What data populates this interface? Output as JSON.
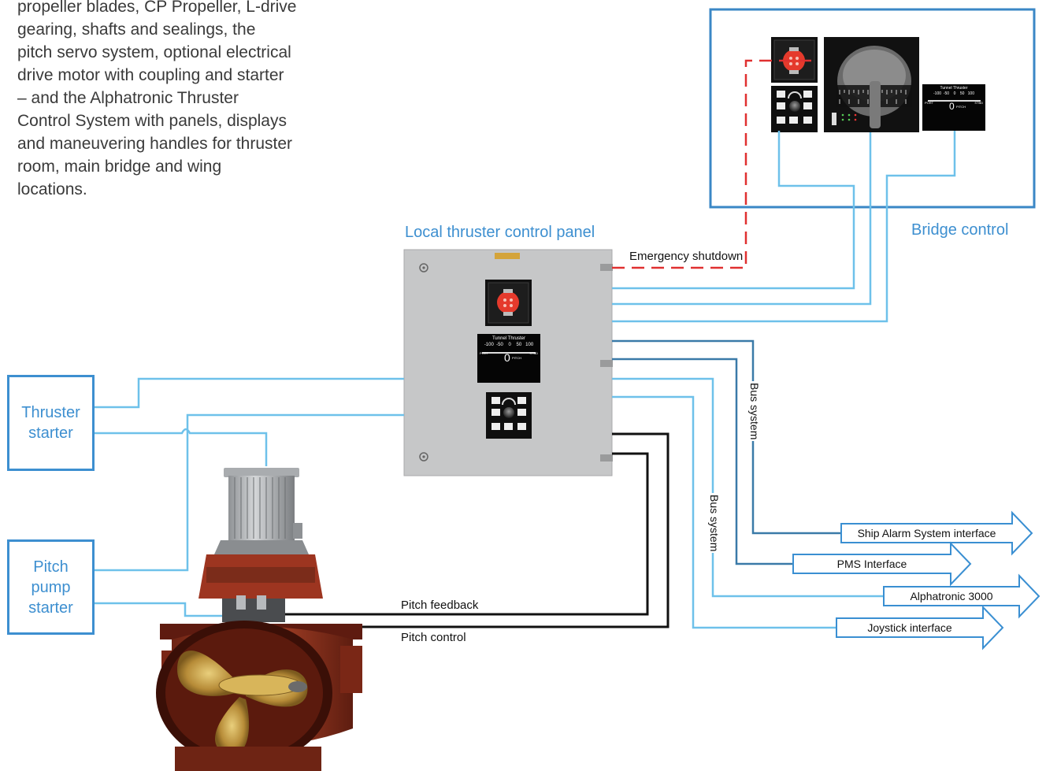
{
  "intro_lines": [
    "propeller blades, CP Propeller, L-drive",
    "gearing, shafts and sealings, the",
    "pitch servo system, optional electrical",
    "drive motor with coupling and starter",
    "– and the Alphatronic Thruster",
    "Control System with panels, displays",
    "and maneuvering handles for thruster",
    "room, main bridge and wing",
    "locations."
  ],
  "labels": {
    "local_panel": "Local thruster control panel",
    "bridge_control": "Bridge control",
    "emergency_shutdown": "Emergency shutdown",
    "thruster_starter": "Thruster starter",
    "pitch_pump_starter": "Pitch pump starter",
    "pitch_feedback": "Pitch feedback",
    "pitch_control": "Pitch control",
    "bus_system_1": "Bus system",
    "bus_system_2": "Bus system"
  },
  "interfaces": [
    "Ship Alarm System interface",
    "PMS Interface",
    "Alphatronic 3000",
    "Joystick interface"
  ],
  "display": {
    "title": "Tunnel Thruster",
    "scale": "-100  -50    0    50   100",
    "port": "PORT",
    "stbd": "STBD",
    "value": "0",
    "unit": "PITCH"
  },
  "colors": {
    "light_blue": "#6ec1ea",
    "dark_blue": "#3a7aa8",
    "emergency_red": "#e03030",
    "panel_gray": "#c5c6c7",
    "thruster_red": "#a83a22",
    "propeller_gold": "#c9a24b"
  }
}
